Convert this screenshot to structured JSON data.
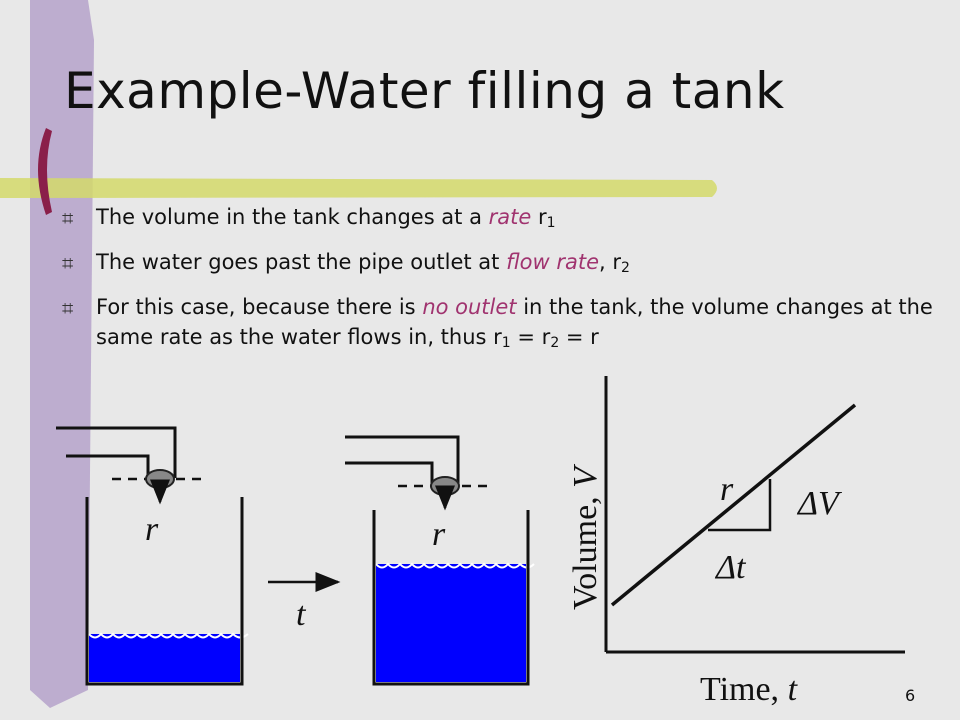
{
  "slide": {
    "title": "Example-Water filling a tank",
    "page_number": "6",
    "bullet_mark": "⌗",
    "bullets": {
      "b1": {
        "text": "The volume in the tank changes at a ",
        "em": "rate",
        "after": " r",
        "sub": "1"
      },
      "b2": {
        "text": "The water goes past the pipe outlet at ",
        "em": "flow rate",
        "after": ", r",
        "sub": "2"
      },
      "b3": {
        "text": "For this case, because there is ",
        "em": "no outlet",
        "after": " in the tank, the volume changes at the same rate as the water flows in, thus r",
        "sub1": "1",
        "mid": " = r",
        "sub2": "2",
        "end": " = r"
      }
    },
    "diagram": {
      "tank1_flow_label": "r",
      "tank2_flow_label": "r",
      "time_arrow_label": "t"
    },
    "graph": {
      "ylabel": "Volume, ",
      "ylabel_var": "V",
      "xlabel": "Time, ",
      "xlabel_var": "t",
      "slope_label": "r",
      "delta_t_label": "Δt",
      "delta_v_label": "ΔV"
    },
    "colors": {
      "water": "#0000ff",
      "accent_purple": "#b8a6cc",
      "accent_green": "#d4d96a",
      "accent_maroon": "#8a1f4a",
      "emphasis": "#a0336f"
    }
  }
}
